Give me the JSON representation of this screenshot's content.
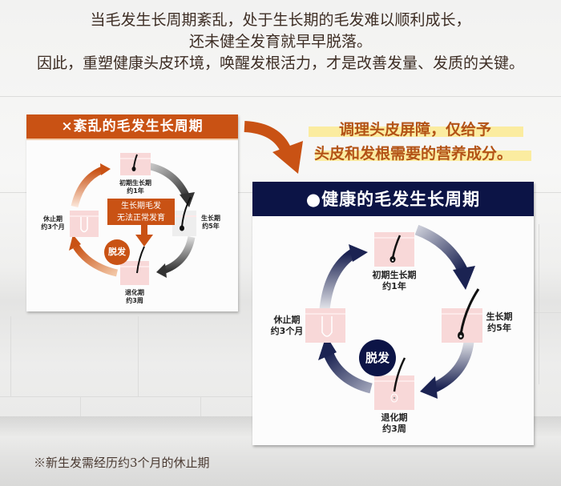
{
  "intro": {
    "lines": [
      "当毛发生长周期紊乱，处于生长期的毛发难以顺利成长，",
      "还未健全发育就早早脱落。",
      "因此，重塑健康头皮环境，唤醒发根活力，才是改善发量、发质的关键。"
    ]
  },
  "disordered_cycle": {
    "title": "×紊乱的毛发生长周期",
    "accent_color": "#c95214",
    "stages": {
      "early_growth": {
        "name": "初期生长期",
        "duration": "约1年"
      },
      "growth": {
        "name": "生长期",
        "duration": "约5年"
      },
      "regression": {
        "name": "退化期",
        "duration": "约3周"
      },
      "resting": {
        "name": "休止期",
        "duration": "约3个月"
      }
    },
    "callout": {
      "line1": "生长期毛发",
      "line2": "无法正常发育"
    },
    "shedding_badge": "脱发"
  },
  "tagline": {
    "line1": "调理头皮屏障，仅给予",
    "line2": "头皮和发根需要的营养成分。",
    "highlight_color": "#fbeca0",
    "text_color": "#b35316"
  },
  "healthy_cycle": {
    "title": "●健康的毛发生长周期",
    "accent_color": "#0c1446",
    "stages": {
      "early_growth": {
        "name": "初期生长期",
        "duration": "约1年"
      },
      "growth": {
        "name": "生长期",
        "duration": "约5年"
      },
      "regression": {
        "name": "退化期",
        "duration": "约3周"
      },
      "resting": {
        "name": "休止期",
        "duration": "约3个月"
      }
    },
    "shedding_badge": "脱发"
  },
  "footnote": "※新生发需经历约3个月的休止期"
}
